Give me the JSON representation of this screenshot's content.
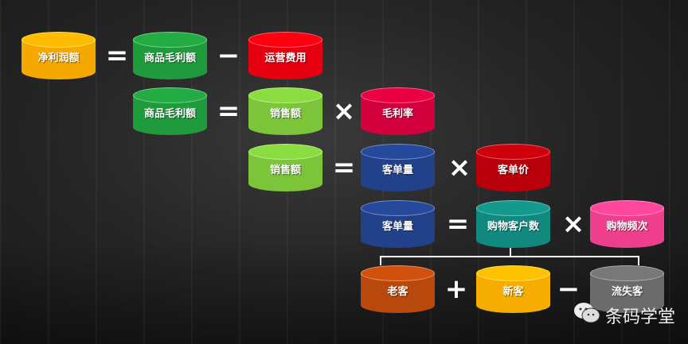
{
  "colors": {
    "yellow": "#f5a800",
    "green": "#1f9a3d",
    "red": "#e5000f",
    "lime": "#7cc43a",
    "crimson": "#d2003d",
    "navy": "#21418a",
    "darkred": "#b8000b",
    "teal": "#11897e",
    "pink": "#ee3f8c",
    "orange": "#b9480c",
    "gold": "#f4ad00",
    "gray": "#6b6b6b"
  },
  "rows": [
    {
      "items": [
        {
          "label": "净利润额",
          "color": "yellow"
        },
        {
          "op": "="
        },
        {
          "label": "商品毛利额",
          "color": "green"
        },
        {
          "op": "−"
        },
        {
          "label": "运营费用",
          "color": "red"
        }
      ]
    },
    {
      "items": [
        {
          "label": "商品毛利额",
          "color": "green"
        },
        {
          "op": "="
        },
        {
          "label": "销售额",
          "color": "lime"
        },
        {
          "op": "×"
        },
        {
          "label": "毛利率",
          "color": "crimson"
        }
      ]
    },
    {
      "items": [
        {
          "label": "销售额",
          "color": "lime"
        },
        {
          "op": "="
        },
        {
          "label": "客单量",
          "color": "navy"
        },
        {
          "op": "×"
        },
        {
          "label": "客单价",
          "color": "darkred"
        }
      ]
    },
    {
      "items": [
        {
          "label": "客单量",
          "color": "navy"
        },
        {
          "op": "="
        },
        {
          "label": "购物客户数",
          "color": "teal"
        },
        {
          "op": "×"
        },
        {
          "label": "购物频次",
          "color": "pink"
        }
      ]
    },
    {
      "items": [
        {
          "label": "老客",
          "color": "orange"
        },
        {
          "op": "+"
        },
        {
          "label": "新客",
          "color": "gold"
        },
        {
          "op": "−"
        },
        {
          "label": "流失客",
          "color": "gray"
        }
      ]
    }
  ],
  "watermark": {
    "text": "条码学堂",
    "icon": "wechat-icon"
  }
}
